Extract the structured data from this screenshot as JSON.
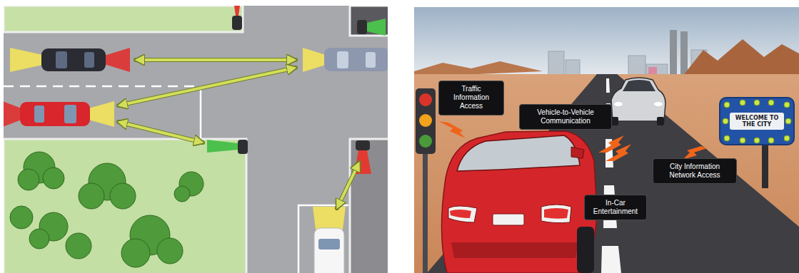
{
  "diagram": {
    "nodes": [
      {
        "text": [
          "Traffic Information Access"
        ]
      },
      {
        "text": [
          "Vehicle-to-Vehicle Communication"
        ]
      },
      {
        "text": [
          "WELCOME TO THE CITY"
        ]
      },
      {
        "text": [
          "City Information Network Access"
        ]
      },
      {
        "text": [
          "In-Car Entertainment"
        ]
      }
    ]
  }
}
